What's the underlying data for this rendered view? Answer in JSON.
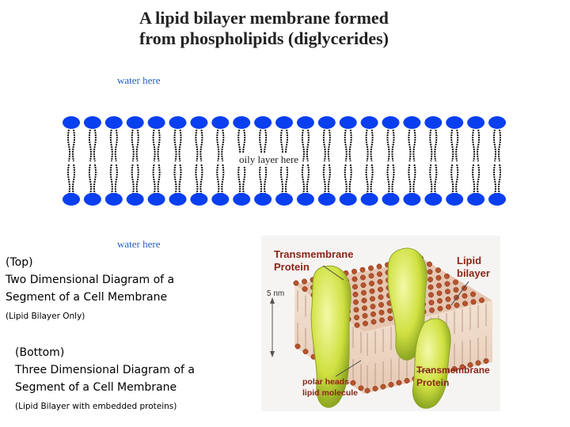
{
  "title": {
    "line1": "A lipid bilayer membrane formed",
    "line2": "from phospholipids (diglycerides)"
  },
  "diagram": {
    "water_top": "water here",
    "oily": "oily layer here",
    "water_bottom": "water here"
  },
  "caption_top": {
    "l1": "(Top)",
    "l2": "Two Dimensional Diagram of a",
    "l3": "Segment of a Cell Membrane",
    "note": "(Lipid Bilayer Only)"
  },
  "caption_bottom": {
    "l1": "(Bottom)",
    "l2": "Three Dimensional Diagram of a",
    "l3": "Segment of a Cell Membrane",
    "note": "(Lipid Bilayer with embedded proteins)"
  },
  "illustration": {
    "transmembrane_top_l1": "Transmembrane",
    "transmembrane_top_l2": "Protein",
    "lipid_l1": "Lipid",
    "lipid_l2": "bilayer",
    "scale": "5 nm",
    "polar_l1": "polar heads",
    "polar_l2": "lipid molecule",
    "transmembrane_bot_l1": "Transmembrane",
    "transmembrane_bot_l2": "Protein"
  },
  "colors": {
    "head": "#0a3ff0",
    "tail": "#111111",
    "protein": "#d6e64a",
    "lipid_head": "#b8532c",
    "label": "#8a2518"
  }
}
